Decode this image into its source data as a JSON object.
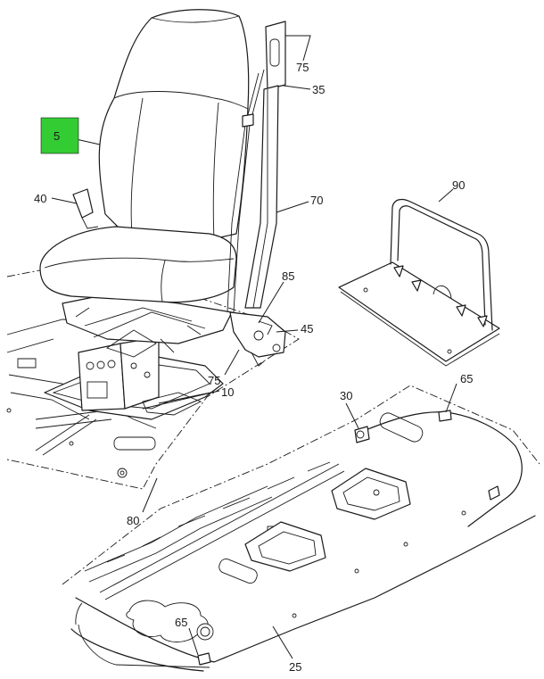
{
  "highlight_color": "#33cc33",
  "callouts": {
    "c5": "5",
    "c40": "40",
    "c75a": "75",
    "c35": "35",
    "c70": "70",
    "c90": "90",
    "c85": "85",
    "c45": "45",
    "c75b": "75",
    "c10": "10",
    "c30": "30",
    "c65a": "65",
    "c80": "80",
    "c65b": "65",
    "c25": "25"
  }
}
